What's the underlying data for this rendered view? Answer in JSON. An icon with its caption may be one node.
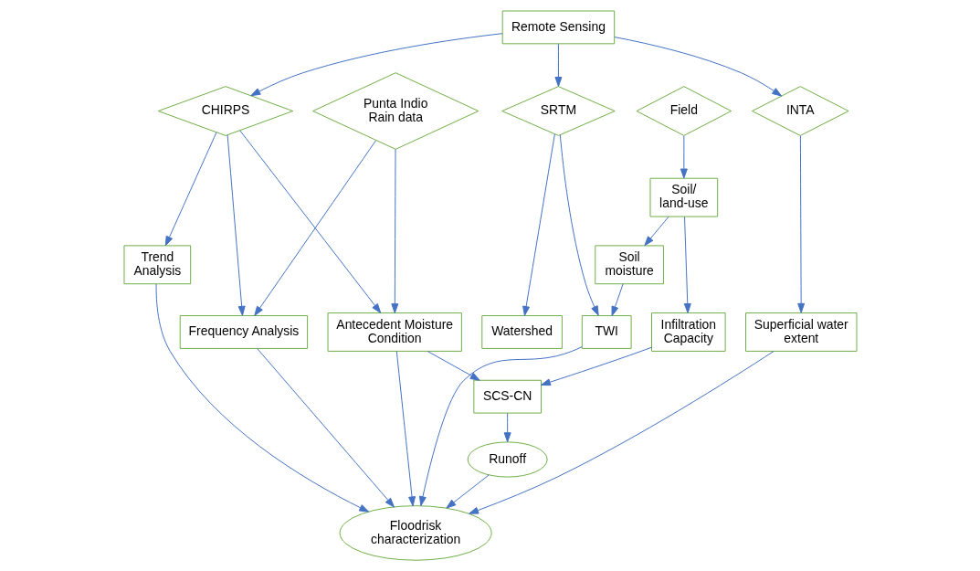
{
  "diagram": {
    "nodes": [
      {
        "text": [
          "Remote Sensing"
        ]
      },
      {
        "text": [
          "Punta Indio Rain data"
        ]
      },
      {
        "text": [
          "CHIRPS"
        ]
      },
      {
        "text": [
          "INTA"
        ]
      },
      {
        "text": [
          "SRTM"
        ]
      },
      {
        "text": [
          "Field"
        ]
      },
      {
        "text": [
          "Soil/ land-use"
        ]
      },
      {
        "text": [
          "Trend Analysis"
        ]
      },
      {
        "text": [
          "Superficial water extent"
        ]
      },
      {
        "text": [
          "Soil moisture"
        ]
      },
      {
        "text": [
          "Frequency Analysis"
        ]
      },
      {
        "text": [
          "Antecedent Moisture Condition"
        ]
      },
      {
        "text": [
          "Watershed"
        ]
      },
      {
        "text": [
          "TWI"
        ]
      },
      {
        "text": [
          "Infiltration Capacity"
        ]
      },
      {
        "text": [
          "SCS-CN"
        ]
      },
      {
        "text": [
          "Runoff"
        ]
      },
      {
        "text": [
          "Floodrisk characterization"
        ]
      }
    ],
    "edges": [
      {
        "from": 0,
        "to": 2,
        "arrow": "to"
      },
      {
        "from": 0,
        "to": 3,
        "arrow": "to"
      },
      {
        "from": 0,
        "to": 4,
        "arrow": "to"
      },
      {
        "from": 5,
        "to": 6,
        "arrow": "to"
      },
      {
        "from": 1,
        "to": 10,
        "arrow": "to"
      },
      {
        "from": 1,
        "to": 11,
        "arrow": "to"
      },
      {
        "from": 2,
        "to": 10,
        "arrow": "to"
      },
      {
        "from": 2,
        "to": 11,
        "arrow": "to"
      },
      {
        "from": 2,
        "to": 7,
        "arrow": "to"
      },
      {
        "from": 3,
        "to": 8,
        "arrow": "to"
      },
      {
        "from": 4,
        "to": 12,
        "arrow": "to"
      },
      {
        "from": 4,
        "to": 13,
        "arrow": "to"
      },
      {
        "from": 6,
        "to": 9,
        "arrow": "to"
      },
      {
        "from": 6,
        "to": 14,
        "arrow": "to"
      },
      {
        "from": 9,
        "to": 13,
        "arrow": "to"
      },
      {
        "from": 11,
        "to": 15,
        "arrow": "to"
      },
      {
        "from": 14,
        "to": 15,
        "arrow": "to"
      },
      {
        "from": 15,
        "to": 16,
        "arrow": "to"
      },
      {
        "from": 16,
        "to": 17,
        "arrow": "to"
      },
      {
        "from": 10,
        "to": 17,
        "arrow": "to"
      },
      {
        "from": 11,
        "to": 17,
        "arrow": "to"
      },
      {
        "from": 7,
        "to": 17,
        "arrow": "to"
      },
      {
        "from": 8,
        "to": 17,
        "arrow": "to"
      },
      {
        "from": 13,
        "to": 17,
        "arrow": "to"
      }
    ]
  }
}
